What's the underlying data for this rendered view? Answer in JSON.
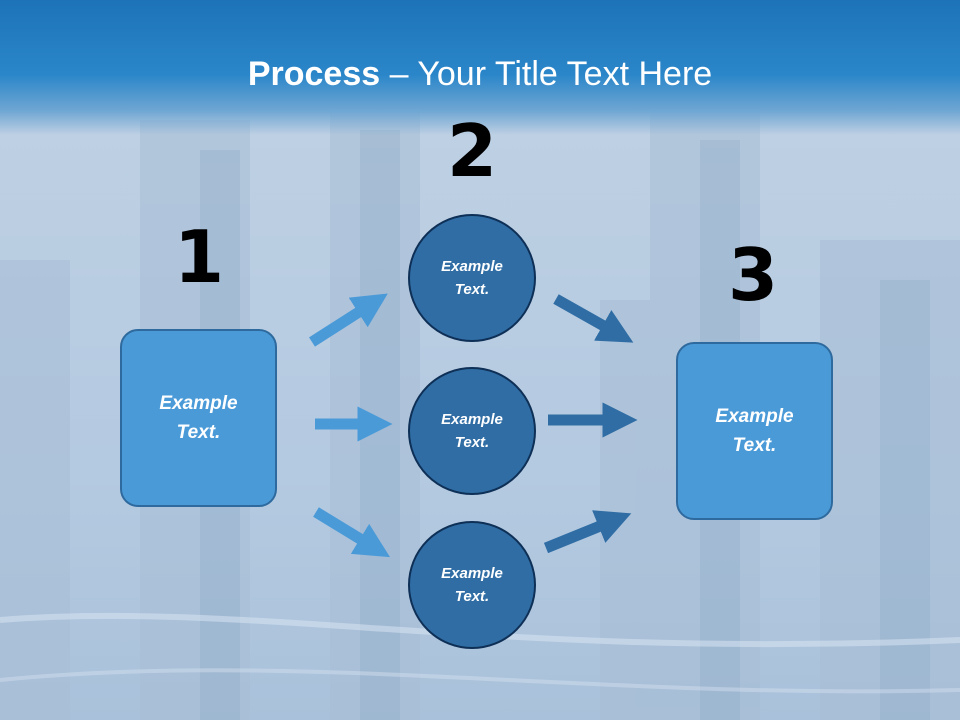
{
  "title": {
    "bold": "Process",
    "rest": " – Your Title Text Here"
  },
  "steps": [
    {
      "number": "1",
      "text": "Example\nText."
    },
    {
      "number": "2",
      "circles": [
        "Example\nText.",
        "Example\nText.",
        "Example\nText."
      ]
    },
    {
      "number": "3",
      "text": "Example\nText."
    }
  ],
  "colors": {
    "title_band": "#2a86c9",
    "box_fill": "#4a9ad8",
    "circle_fill": "#2f6da4",
    "arrow_light": "#4a9ad8",
    "arrow_dark": "#2f6da4"
  }
}
